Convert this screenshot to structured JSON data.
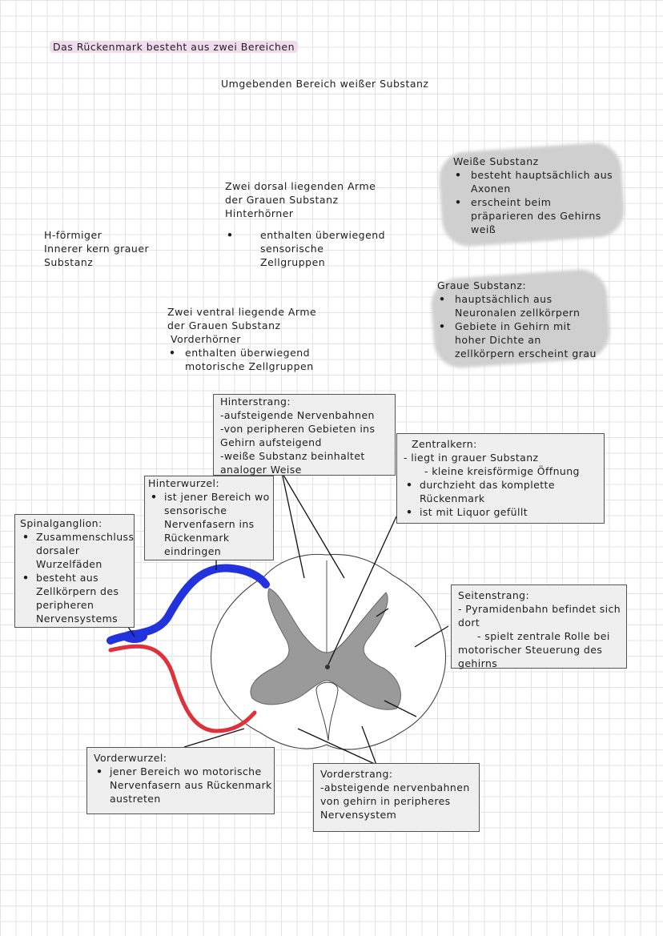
{
  "title": "Das Rückenmark besteht aus zwei Bereichen",
  "subtitle_white": "Umgebenden Bereich weißer Substanz",
  "h_form": [
    "H-förmiger",
    "Innerer kern grauer",
    "Substanz"
  ],
  "dorsal_arms": {
    "lines": [
      "Zwei dorsal liegenden Arme",
      "der Grauen Substanz",
      "Hinterhörner"
    ],
    "bullet": [
      "enthalten überwiegend",
      "sensorische",
      "Zellgruppen"
    ]
  },
  "ventral_arms": {
    "lines": [
      "Zwei ventral liegende Arme",
      "der Grauen Substanz",
      "Vorderhörner"
    ],
    "bullet": [
      "enthalten überwiegend",
      "motorische Zellgruppen"
    ]
  },
  "white_note": {
    "title": "Weiße Substanz",
    "items": [
      [
        "besteht hauptsächlich aus",
        "Axonen"
      ],
      [
        "erscheint beim",
        "präparieren des Gehirns",
        "weiß"
      ]
    ]
  },
  "grey_note": {
    "title": "Graue Substanz:",
    "items": [
      [
        "hauptsächlich aus",
        "Neuronalen zellkörpern"
      ],
      [
        "Gebiete in Gehirn mit",
        "hoher Dichte an",
        "zellkörpern erscheint grau"
      ]
    ]
  },
  "boxes": {
    "hinterstrang": {
      "title": "Hinterstrang:",
      "lines": [
        "-aufsteigende Nervenbahnen",
        "-von peripheren Gebieten ins",
        "Gehirn aufsteigend",
        "-weiße Substanz beinhaltet",
        "analoger Weise"
      ]
    },
    "hinterwurzel": {
      "title": "Hinterwurzel:",
      "items": [
        [
          "ist jener Bereich wo",
          "sensorische",
          "Nervenfasern ins",
          "Rückenmark",
          "eindringen"
        ]
      ]
    },
    "zentralkern": {
      "title": "Zentralkern:",
      "lines": [
        "- liegt in grauer Substanz",
        "    - kleine kreisförmige Öffnung"
      ],
      "items": [
        [
          "durchzieht das komplette",
          "Rückenmark"
        ],
        [
          "ist mit Liquor gefüllt"
        ]
      ]
    },
    "spinalganglion": {
      "title": "Spinalganglion:",
      "items": [
        [
          "Zusammenschluss",
          "dorsaler",
          "Wurzelfäden"
        ],
        [
          "besteht aus",
          "Zellkörpern des",
          "peripheren",
          "Nervensystems"
        ]
      ]
    },
    "seitenstrang": {
      "title": "Seitenstrang:",
      "lines": [
        "- Pyramidenbahn befindet sich",
        "dort",
        "      - spielt zentrale Rolle bei",
        "motorischer Steuerung des",
        "gehirns"
      ]
    },
    "vorderwurzel": {
      "title": "Vorderwurzel:",
      "items": [
        [
          "jener Bereich wo motorische",
          "Nervenfasern aus Rückenmark",
          "austreten"
        ]
      ]
    },
    "vorderstrang": {
      "title": "Vorderstrang:",
      "lines": [
        "-absteigende nervenbahnen",
        "von gehirn in peripheres",
        "Nervensystem"
      ]
    }
  },
  "colors": {
    "sensory_root": "#2233dd",
    "motor_root": "#e0303a",
    "grey_matter": "#9a9a9a",
    "box_fill": "#efefef",
    "highlight": "#f1dcef"
  }
}
